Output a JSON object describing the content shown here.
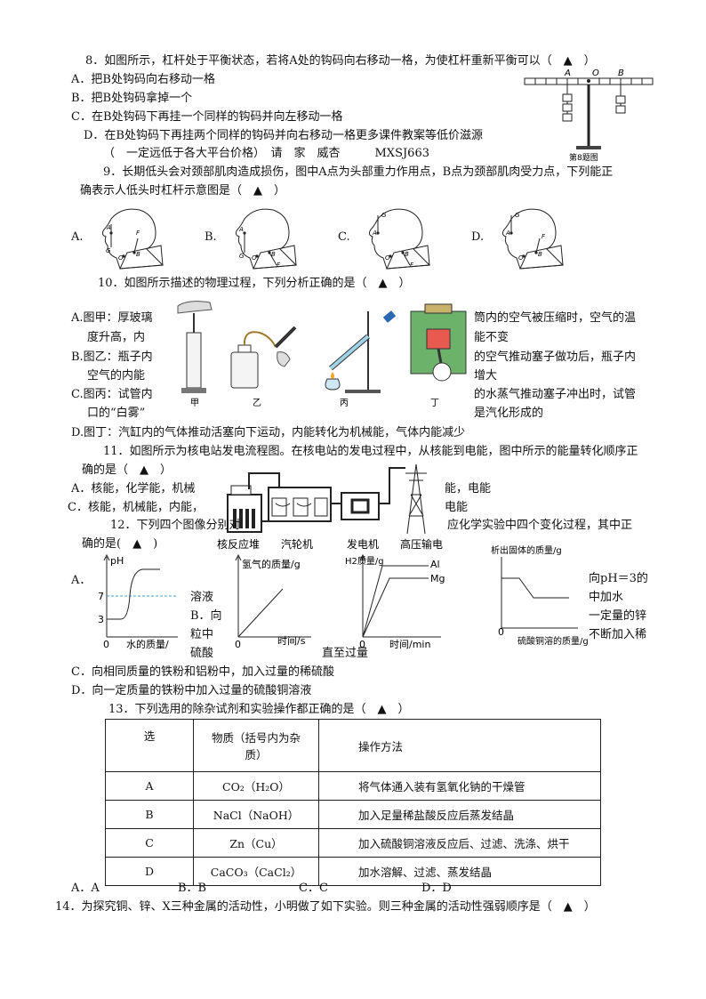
{
  "q8": {
    "stem": "8．如图所示，杠杆处于平衡状态，若将A处的钩码向右移动一格，为使杠杆重新平衡可以（　▲　）",
    "options": [
      "A．把B处钩码向右移动一格",
      "B．把B处钩码拿掉一个",
      "C．在B处钩码下再挂一个同样的钩码并向左移动一格",
      "D．在B处钩码下再挂两个同样的钩码并向右移动一格更多课件教案等低价滋源"
    ],
    "ad_line": "（　一定远低于各大平台价格）　请　家　威杏　　　MXSJ663",
    "fig_labels": {
      "a": "A",
      "o": "O",
      "b": "B",
      "caption": "第8题图"
    }
  },
  "q9": {
    "stem_1": "9．长期低头会对颈部肌肉造成损伤，图中A点为头部重力作用点，B点为颈部肌肉受力点，下列能正",
    "stem_2": "确表示人低头时杠杆示意图是（　▲　）",
    "options": [
      "A.",
      "B.",
      "C.",
      "D."
    ],
    "point_labels": {
      "a": "A",
      "b": "B",
      "o": "O",
      "g": "G",
      "f": "F"
    }
  },
  "q10": {
    "stem": "10．如图所示描述的物理过程，下列分析正确的是（　▲　）",
    "a_left": "A.图甲：厚玻璃",
    "a_right": "筒内的空气被压缩时，空气的温",
    "a2_left": "度升高，内",
    "a2_right": "能不变",
    "b_left": "B.图乙：瓶子内",
    "b_right": "的空气推动塞子做功后，瓶子内",
    "b2_left": "空气的内能",
    "b2_right": "增大",
    "c_left": "C.图丙：试管内",
    "c_right": "的水蒸气推动塞子冲出时，试管",
    "c2_left": "口的“白雾”",
    "c2_right": "是汽化形成的",
    "d": "D.图丁：汽缸内的气体推动活塞向下运动，内能转化为机械能，气体内能减少",
    "fig_captions": [
      "甲",
      "乙",
      "丙",
      "丁"
    ]
  },
  "q11": {
    "stem_1": "11．如图所示为核电站发电流程图。在核电站的发电过程中，从核能到电能，图中所示的能量转化顺序正",
    "stem_2": "确的是（　▲　）",
    "a_left": "A．核能，化学能，机械",
    "a_right": "能，电能",
    "c_left": "C．核能，机械能，内能，",
    "c_right": "电能",
    "fig_labels": [
      "核反应堆",
      "汽轮机",
      "发电机",
      "高压输电"
    ]
  },
  "q12": {
    "stem_1_left": "12．下列四个图像分别对",
    "stem_1_right": "应化学实验中四个变化过程，其中正",
    "stem_2": "确的是(　▲　)",
    "a_label": "A．",
    "a_desc": [
      "溶液",
      "B．向",
      "粒中",
      "硫酸"
    ],
    "a_desc_tail": "直至过量",
    "d_desc": [
      "向pH＝3的",
      "中加水",
      "一定量的锌",
      "不断加入稀"
    ],
    "c": "C．向相同质量的铁粉和铝粉中，加入过量的稀硫酸",
    "d": "D．向一定质量的铁粉中加入过量的硫酸铜溶液",
    "graph_a": {
      "ylabel": "pH",
      "t7": "7",
      "t3": "3",
      "zero": "0",
      "xlabel": "水的质量/"
    },
    "graph_b": {
      "ylabel": "氢气的质量/g",
      "zero": "0",
      "xlabel": "时间/s"
    },
    "graph_c": {
      "ylabel": "H2质量/g",
      "zero": "0",
      "xlabel": "时间/min",
      "s1": "Al",
      "s2": "Mg"
    },
    "graph_d": {
      "ylabel": "析出固体的质量/g",
      "zero": "0",
      "xlabel": "硫酸铜溶的质量/g"
    }
  },
  "q13": {
    "stem": "13．下列选用的除杂试剂和实验操作都正确的是（　▲　）",
    "header": {
      "c1": "选",
      "c2_1": "物质（括号内为杂",
      "c2_2": "质）",
      "c3": "操作方法"
    },
    "rows": [
      {
        "opt": "A",
        "sub": "CO₂（H₂O）",
        "op": "将气体通入装有氢氧化钠的干燥管"
      },
      {
        "opt": "B",
        "sub": "NaCl（NaOH）",
        "op": "加入足量稀盐酸反应后蒸发结晶"
      },
      {
        "opt": "C",
        "sub": "Zn（Cu）",
        "op": "加入硫酸铜溶液反应后、过滤、洗涤、烘干"
      },
      {
        "opt": "D",
        "sub": "CaCO₃（CaCl₂）",
        "op": "加水溶解、过滤、蒸发结晶"
      }
    ],
    "answers": [
      "A．A",
      "B．B",
      "C．C",
      "D．D"
    ]
  },
  "q14": {
    "stem": "14．为探究铜、锌、X三种金属的活动性，小明做了如下实验。则三种金属的活动性强弱顺序是（　▲　）"
  }
}
